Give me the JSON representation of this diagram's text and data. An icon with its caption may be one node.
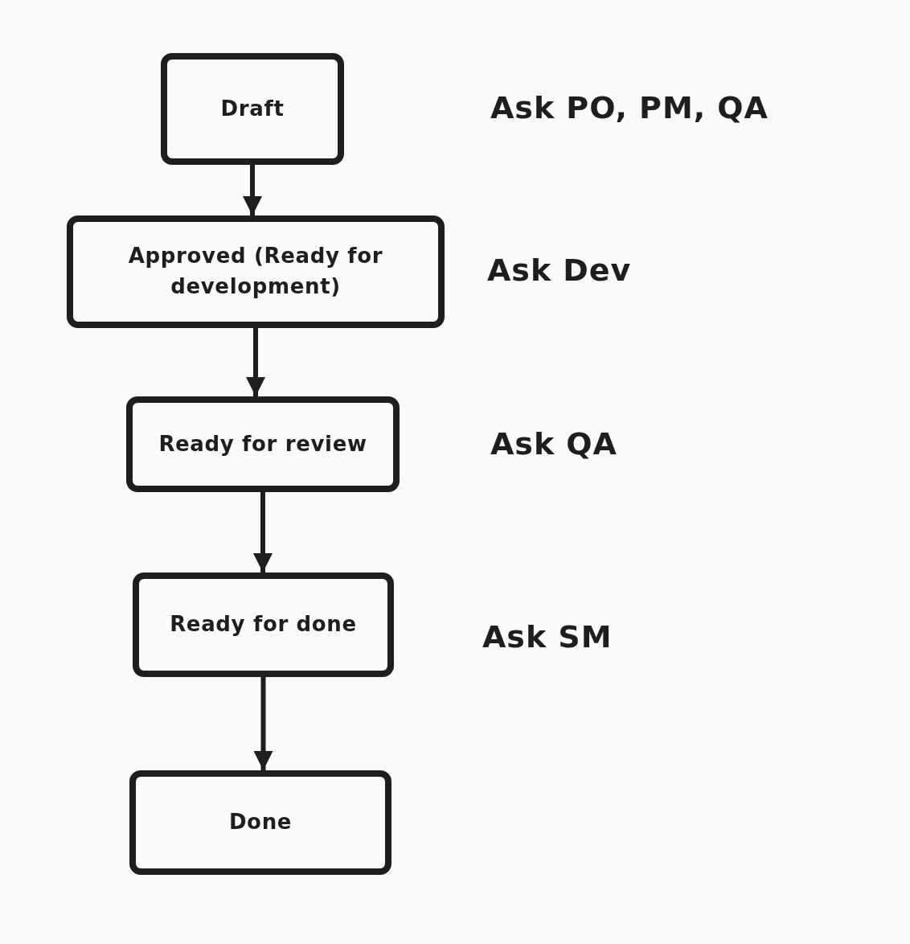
{
  "diagram": {
    "nodes": [
      {
        "text": [
          "Draft"
        ]
      },
      {
        "text": [
          "Approved (Ready for development)"
        ]
      },
      {
        "text": [
          "Ready for review"
        ]
      },
      {
        "text": [
          "Ready for done"
        ]
      },
      {
        "text": [
          "Done"
        ]
      }
    ],
    "edges": [
      {
        "from": 0,
        "to": 1,
        "arrow": "to"
      },
      {
        "from": 1,
        "to": 2,
        "arrow": "to"
      },
      {
        "from": 2,
        "to": 3,
        "arrow": "to"
      },
      {
        "from": 3,
        "to": 4,
        "arrow": "to"
      }
    ],
    "labels": [
      "Ask PO, PM, QA",
      "Ask Dev",
      "Ask QA",
      "Ask SM"
    ]
  }
}
